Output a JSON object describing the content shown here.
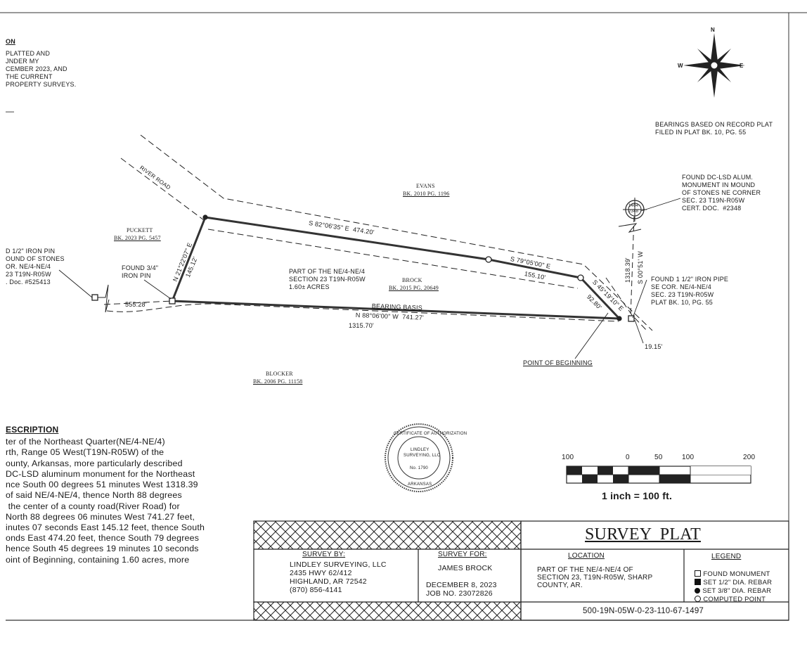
{
  "certification": {
    "heading": "ON",
    "lines": [
      "PLATTED AND",
      "JNDER MY",
      "CEMBER 2023, AND",
      "THE CURRENT",
      "PROPERTY SURVEYS."
    ],
    "dash": "—"
  },
  "north_arrow": {
    "n": "N",
    "e": "E",
    "w": "W"
  },
  "bearings_note": [
    "BEARINGS BASED ON RECORD PLAT",
    "FILED IN PLAT BK. 10, PG. 55"
  ],
  "ne_monument_note": [
    "FOUND DC-LSD ALUM.",
    "MONUMENT IN MOUND",
    "OF STONES NE CORNER",
    "SEC. 23 T19N-R05W",
    "CERT. DOC.  #2348"
  ],
  "road": {
    "label": "RIVER ROAD"
  },
  "adjoiners": {
    "evans": {
      "name": "EVANS",
      "book": "BK. 2010 PG. 1196"
    },
    "puckett": {
      "name": "PUCKETT",
      "book": "BK. 2023 PG. 5457"
    },
    "brock": {
      "name": "BROCK",
      "book": "BK. 2015 PG. 20649"
    },
    "blocker": {
      "name": "BLOCKER",
      "book": "BK. 2006 PG. 11158"
    }
  },
  "tract": {
    "lines": [
      "PART OF THE NE/4-NE/4",
      "SECTION 23 T19N-R05W",
      "1.60± ACRES"
    ]
  },
  "calls": {
    "north_line": "S 82°06'35\" E  474.20'",
    "ne_line_bearing": "S 79°05'00\" E",
    "ne_line_dist": "155.10'",
    "east_line_bearing": "S 45°19'10\" E",
    "east_line_dist": "92.80'",
    "west_line_bearing": "N 21°22'07\" E",
    "west_line_dist": "145.12'",
    "basis_label": "BEARING BASIS",
    "south_line": "N 88°06'00\" W  741.27'",
    "dist_555": "555.28'",
    "dist_1315": "1315.70'",
    "section_line_dist": "1318.39'",
    "section_line_bearing": "S 00°51' W",
    "dist_19": "19.15'"
  },
  "left_pin_note": [
    "D 1/2\" IRON PIN",
    "OUND OF STONES",
    "OR. NE/4-NE/4",
    "23 T19N-R05W",
    ". Doc. #525413"
  ],
  "found_pin_note": [
    "FOUND 3/4\"",
    "IRON PIN"
  ],
  "se_pipe_note": [
    "FOUND 1 1/2\" IRON PIPE",
    "SE COR. NE/4-NE/4",
    "SEC. 23 T19N-R05W",
    "PLAT BK. 10, PG. 55"
  ],
  "monument_tag": [
    "1404",
    "2348"
  ],
  "pob": "POINT OF BEGINNING",
  "seal": {
    "ring": "CERTIFICATE OF AUTHORIZATION",
    "line1": "LINDLEY",
    "line2": "SURVEYING, LLC",
    "number": "No. 1790",
    "state": "ARKANSAS"
  },
  "scale": {
    "labels": [
      "100",
      "0",
      "50",
      "100",
      "200"
    ],
    "text": "1 inch = 100 ft."
  },
  "description": {
    "heading": "ESCRIPTION",
    "lines": [
      "ter of the Northeast Quarter(NE/4-NE/4)",
      "rth, Range 05 West(T19N-R05W) of the",
      "ounty, Arkansas, more particularly described",
      "DC-LSD aluminum monument for the Northeast",
      "nce South 00 degrees 51 minutes West 1318.39",
      "of said NE/4-NE/4, thence North 88 degrees",
      " the center of a county road(River Road) for",
      "North 88 degrees 06 minutes West 741.27 feet,",
      "inutes 07 seconds East 145.12 feet, thence South",
      "onds East 474.20 feet, thence South 79 degrees",
      "hence South 45 degrees 19 minutes 10 seconds",
      "oint of Beginning, containing 1.60 acres, more"
    ]
  },
  "title_block": {
    "title": "SURVEY  PLAT",
    "survey_by_label": "SURVEY BY:",
    "survey_by": [
      "LINDLEY SURVEYING, LLC",
      "2435 HWY 62/412",
      "HIGHLAND, AR 72542",
      "(870) 856-4141"
    ],
    "survey_for_label": "SURVEY FOR:",
    "survey_for_name": "JAMES BROCK",
    "date": "DECEMBER 8, 2023",
    "job": "JOB NO. 23072826",
    "location_label": "LOCATION",
    "location": [
      "PART OF THE NE/4-NE/4 OF",
      "SECTION 23, T19N-R05W, SHARP",
      "COUNTY, AR."
    ],
    "legend_label": "LEGEND",
    "legend": [
      "FOUND MONUMENT",
      "SET 1/2\" DIA. REBAR",
      "SET 3/8\" DIA. REBAR",
      "COMPUTED POINT"
    ],
    "parcel": "500-19N-05W-0-23-110-67-1497"
  }
}
